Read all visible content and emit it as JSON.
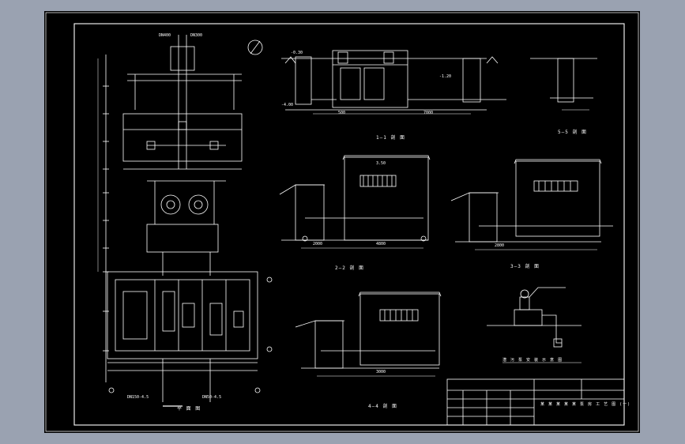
{
  "drawing": {
    "plan_title": "平 面 图",
    "section_1_title": "1—1 剖 面",
    "section_2_title": "2—2 剖 面",
    "section_3_title": "3—3 剖 面",
    "section_4_title": "4—4 剖 面",
    "section_5_title": "5—5 剖 面",
    "pump_detail_title": "潜 污 泵 安 装 示 意 图",
    "title_block_text": "某 某 某 某 某 泵 房 工 艺 图 (一)",
    "dim_plan_bottom_left": "DN150-4.5",
    "dim_plan_bottom_right": "DN50-4.5",
    "dim_plan_top_left": "DN400",
    "dim_plan_top_right": "DN300",
    "elev_1": "-0.30",
    "elev_2": "-1.20",
    "elev_3": "-4.00",
    "elev_4": "3.50",
    "dim_500": "500",
    "dim_2000": "2000",
    "dim_2800": "2800",
    "dim_3000": "3000",
    "dim_7000": "7000",
    "dim_4800": "4800"
  },
  "colors": {
    "background": "#9aa2b1",
    "sheet": "#000000",
    "lines": "#ffffff"
  }
}
